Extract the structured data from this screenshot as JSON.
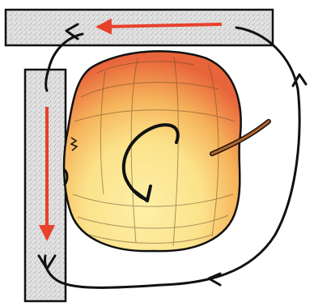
{
  "diagram": {
    "colors": {
      "background": "#ffffff",
      "board": "#dcdcdc",
      "outline": "#111111",
      "red_arrow": "#e8412c",
      "apple_light": "#fbe99a",
      "apple_mid": "#f7c260",
      "apple_dark": "#e8683a",
      "stem": "#b5652a"
    },
    "elements": [
      "top-board",
      "left-board",
      "apple",
      "rotation-arrow",
      "red-arrow-top",
      "red-arrow-left",
      "black-loop-path"
    ]
  }
}
